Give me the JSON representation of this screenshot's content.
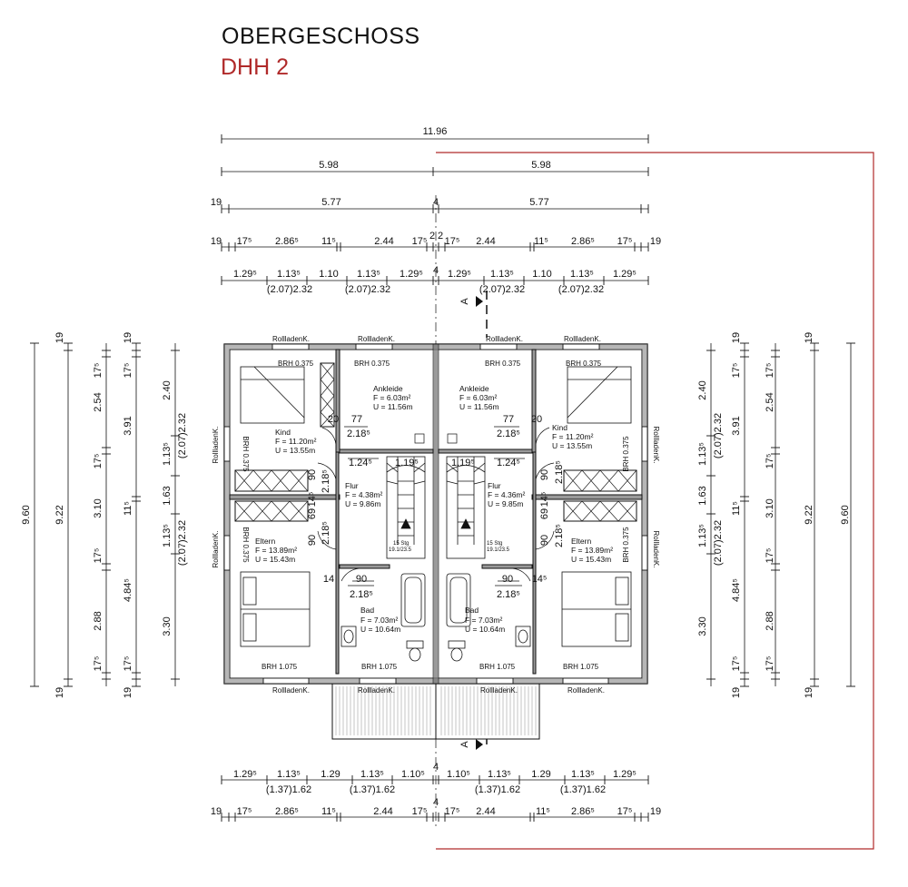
{
  "header": {
    "title": "OBERGESCHOSS",
    "subtitle": "DHH 2"
  },
  "colors": {
    "lines": "#111111",
    "wall": "#6b6b6b",
    "highlight": "#b02a2a",
    "balcony": "#cfcfcf"
  },
  "top_dims": {
    "total": "11.96",
    "half_l": "5.98",
    "half_r": "5.98",
    "s19": "19",
    "inner_l": "5.77",
    "wall4": "4",
    "inner_r": "5.77",
    "r4": [
      "19",
      "17⁵",
      "2.86⁵",
      "11⁵",
      "2.44",
      "17⁵",
      "2",
      "2",
      "17⁵",
      "2.44",
      "11⁵",
      "2.86⁵",
      "17⁵",
      "19"
    ],
    "r5": [
      "1.29⁵",
      "1.13⁵",
      "1.10",
      "1.13⁵",
      "1.29⁵",
      "4",
      "1.29⁵",
      "1.13⁵",
      "1.10",
      "1.13⁵",
      "1.29⁵"
    ],
    "r6": [
      "(2.07)2.32",
      "(2.07)2.32",
      "(2.07)2.32",
      "(2.07)2.32"
    ]
  },
  "bottom_dims": {
    "r1": [
      "1.29⁵",
      "1.13⁵",
      "1.29",
      "1.13⁵",
      "1.10⁵",
      "4",
      "1.10⁵",
      "1.13⁵",
      "1.29",
      "1.13⁵",
      "1.29⁵"
    ],
    "r2": [
      "(1.37)1.62",
      "(1.37)1.62",
      "(1.37)1.62",
      "(1.37)1.62"
    ],
    "r3": [
      "19",
      "17⁵",
      "2.86⁵",
      "11⁵",
      "2.44",
      "17⁵",
      "4",
      "17⁵",
      "2.44",
      "11⁵",
      "2.86⁵",
      "17⁵",
      "19"
    ]
  },
  "left_dims": {
    "total": "9.60",
    "c2": "9.22",
    "c1a": "19",
    "c1b": "19",
    "c3": [
      "17⁵",
      "2.54",
      "17⁵",
      "3.10",
      "17⁵",
      "2.88",
      "17⁵"
    ],
    "c4": [
      "19",
      "17⁵",
      "3.91",
      "11⁵",
      "4.84⁵",
      "17⁵",
      "19"
    ],
    "c5": [
      "2.40",
      "1.13⁵",
      "1.63",
      "1.13⁵",
      "3.30"
    ],
    "c6": [
      "(2.07)2.32",
      "(2.07)2.32"
    ]
  },
  "right_dims": {
    "total": "9.60",
    "c2": "9.22",
    "c1a": "19",
    "c1b": "19",
    "c3": [
      "17⁵",
      "2.54",
      "17⁵",
      "3.10",
      "17⁵",
      "2.88",
      "17⁵"
    ],
    "c4": [
      "19",
      "17⁵",
      "3.91",
      "11⁵",
      "4.84⁵",
      "17⁵",
      "19"
    ],
    "c5": [
      "2.40",
      "1.13⁵",
      "1.63",
      "1.13⁵",
      "3.30"
    ],
    "c6": [
      "(2.07)2.32",
      "(2.07)2.32"
    ]
  },
  "rooms_left": {
    "kind": {
      "name": "Kind",
      "area": "F = 11.20m²",
      "perimeter": "U = 13.55m"
    },
    "ankleide": {
      "name": "Ankleide",
      "area": "F = 6.03m²",
      "perimeter": "U = 11.56m"
    },
    "flur": {
      "name": "Flur",
      "area": "F = 4.38m²",
      "perimeter": "U = 9.86m"
    },
    "eltern": {
      "name": "Eltern",
      "area": "F = 13.89m²",
      "perimeter": "U = 15.43m"
    },
    "bad": {
      "name": "Bad",
      "area": "F = 7.03m²",
      "perimeter": "U = 10.64m"
    }
  },
  "rooms_right": {
    "kind": {
      "name": "Kind",
      "area": "F = 11.20m²",
      "perimeter": "U = 13.55m"
    },
    "ankleide": {
      "name": "Ankleide",
      "area": "F = 6.03m²",
      "perimeter": "U = 11.56m"
    },
    "flur": {
      "name": "Flur",
      "area": "F = 4.36m²",
      "perimeter": "U = 9.85m"
    },
    "eltern": {
      "name": "Eltern",
      "area": "F = 13.89m²",
      "perimeter": "U = 15.43m"
    },
    "bad": {
      "name": "Bad",
      "area": "F = 7.03m²",
      "perimeter": "U = 10.64m"
    }
  },
  "labels": {
    "rolladen": "RollladenK.",
    "brh0375": "BRH 0.375",
    "brh1075": "BRH 1.075",
    "stair": "15 Stg",
    "stair_ratio": "19.1/23.5",
    "stair_ratio_l": "19.1/23.5",
    "door_w": "2.18⁵",
    "d77": "77",
    "d20": "20",
    "d90": "90",
    "d14": "14",
    "d14b": "14⁵",
    "d69": "69",
    "d124": "1.24⁵",
    "d119": "1.19⁵",
    "section": "A"
  }
}
